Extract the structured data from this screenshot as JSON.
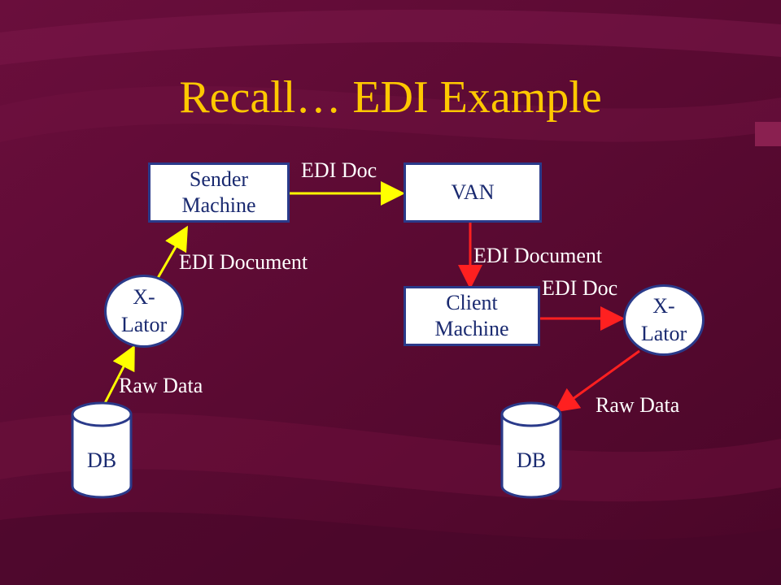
{
  "title": "Recall… EDI Example",
  "nodes": {
    "sender": "Sender\nMachine",
    "van": "VAN",
    "client": "Client\nMachine",
    "xlator_left": "X-\nLator",
    "xlator_right": "X-\nLator",
    "db_left": "DB",
    "db_right": "DB"
  },
  "edges": {
    "sender_to_van": "EDI Doc",
    "xlator_to_sender": "EDI Document",
    "db_to_xlator": "Raw Data",
    "van_to_client": "EDI Document",
    "client_to_xlator": "EDI Doc",
    "xlator_to_db": "Raw Data"
  },
  "colors": {
    "background": "#5a0a32",
    "title": "#ffc800",
    "sender_flow": "#ffff00",
    "receiver_flow": "#ff2020",
    "node_fill": "#ffffff",
    "node_border": "#2a3a8a"
  }
}
